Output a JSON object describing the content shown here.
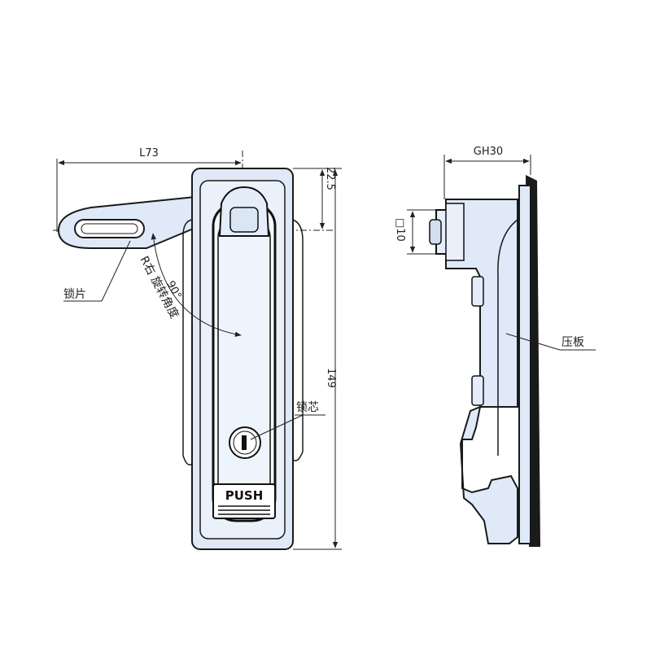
{
  "front_view": {
    "dim_width": "L73",
    "dim_top_offset": "22.5",
    "dim_height": "149",
    "label_latch": "锁片",
    "label_rotation": "R右 旋转角度",
    "label_angle": "90°",
    "label_lock_core": "锁芯",
    "push_text": "PUSH"
  },
  "side_view": {
    "dim_depth": "GH30",
    "dim_square": "□10",
    "label_plate": "压板"
  },
  "colors": {
    "metal_fill": "#dfe9f7",
    "outline": "#1a1a1a",
    "dim_line": "#222222"
  }
}
